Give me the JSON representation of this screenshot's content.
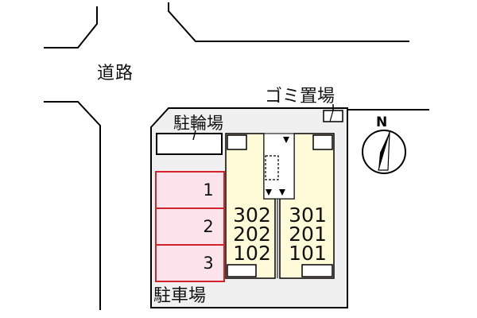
{
  "labels": {
    "road": "道路",
    "trash": "ゴミ置場",
    "bicycle_parking": "駐輪場",
    "car_parking": "駐車場",
    "north": "N"
  },
  "parking_slots": [
    "1",
    "2",
    "3"
  ],
  "units": {
    "left_column": [
      "302",
      "202",
      "102"
    ],
    "right_column": [
      "301",
      "201",
      "101"
    ]
  },
  "colors": {
    "lot": "#f0f0f0",
    "building": "#fffbd9",
    "parking_fill": "#fde4ec",
    "parking_border": "#d2232a"
  }
}
